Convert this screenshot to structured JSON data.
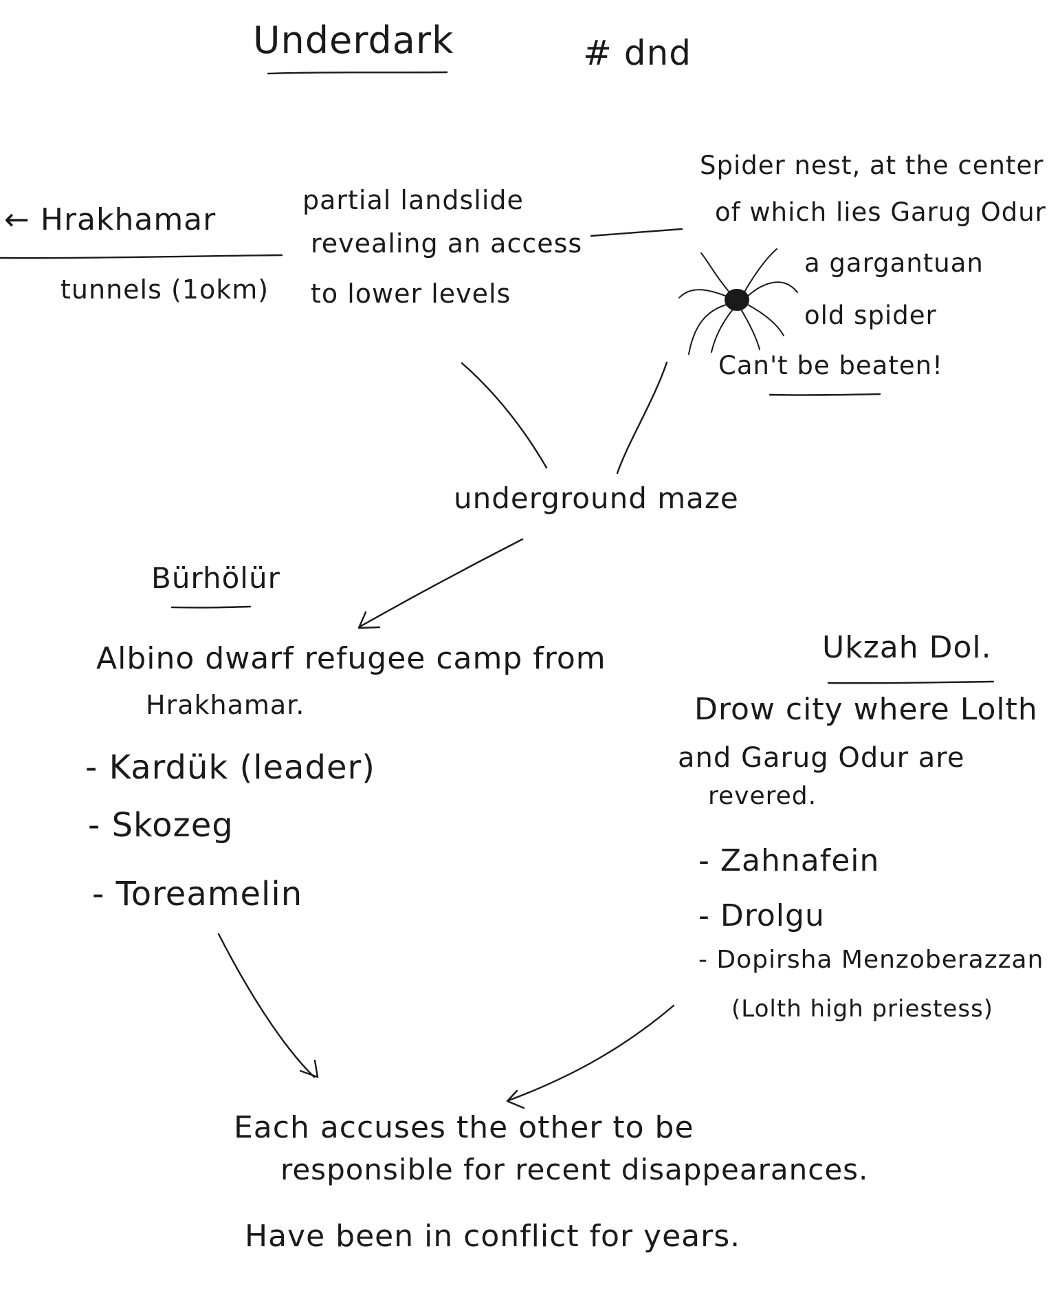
{
  "title": "Underdark",
  "tag": "# dnd",
  "hrakhamar": {
    "label": "← Hrakhamar",
    "sub": "tunnels (1okm)"
  },
  "landslide": {
    "lines": [
      "partial landslide",
      "revealing an access",
      "to lower levels"
    ]
  },
  "spider_nest": {
    "lines": [
      "Spider nest, at the center",
      "of which lies Garug Odur"
    ],
    "desc_lines": [
      "a gargantuan",
      "old spider"
    ],
    "warning_pre": "Can't be ",
    "warning_word": "beaten",
    "warning_post": "!"
  },
  "maze": {
    "label": "underground maze"
  },
  "burholur": {
    "name": "Bürhölür",
    "desc_lines": [
      "Albino dwarf refugee camp from",
      "Hrakhamar."
    ],
    "members": [
      "- Kardük (leader)",
      "- Skozeg",
      "- Toreamelin"
    ]
  },
  "ukzah": {
    "name": "Ukzah Dol.",
    "desc_lines": [
      "Drow city where Lolth",
      "and Garug Odur are",
      "revered."
    ],
    "members": [
      "- Zahnafein",
      "- Drolgu",
      "- Dopirsha Menzoberazzan",
      "(Lolth high priestess)"
    ]
  },
  "conflict": {
    "lines": [
      "Each accuses the other to be",
      "responsible for recent disappearances.",
      "Have been in conflict for years."
    ]
  },
  "colors": {
    "ink": "#1a1a1a",
    "paper": "#ffffff"
  }
}
